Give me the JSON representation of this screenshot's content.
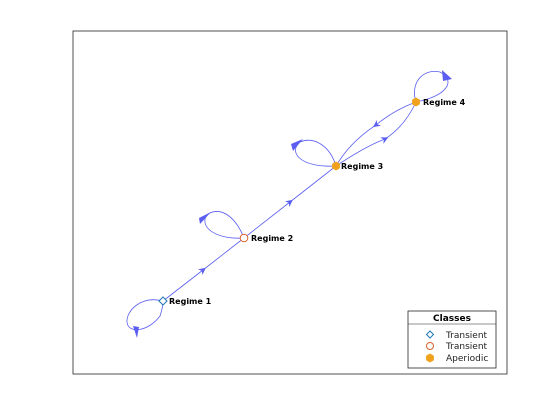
{
  "colors": {
    "edge": "#5b5ef0",
    "transient_1": "#1f77b4",
    "transient_2": "#d9622b",
    "aperiodic": "#f0a21c"
  },
  "nodes": [
    {
      "id": "r1",
      "label": "Regime 1",
      "class": "Transient",
      "color": "#1f77b4",
      "filled": false
    },
    {
      "id": "r2",
      "label": "Regime 2",
      "class": "Transient",
      "color": "#d9622b",
      "filled": false
    },
    {
      "id": "r3",
      "label": "Regime 3",
      "class": "Aperiodic",
      "color": "#f0a21c",
      "filled": true
    },
    {
      "id": "r4",
      "label": "Regime 4",
      "class": "Aperiodic",
      "color": "#f0a21c",
      "filled": true
    }
  ],
  "edges": [
    {
      "from": "r1",
      "to": "r1"
    },
    {
      "from": "r1",
      "to": "r2"
    },
    {
      "from": "r2",
      "to": "r2"
    },
    {
      "from": "r2",
      "to": "r3"
    },
    {
      "from": "r3",
      "to": "r3"
    },
    {
      "from": "r3",
      "to": "r4"
    },
    {
      "from": "r4",
      "to": "r3"
    },
    {
      "from": "r4",
      "to": "r4"
    }
  ],
  "legend": {
    "title": "Classes",
    "items": [
      {
        "label": "Transient",
        "color": "#1f77b4",
        "marker": "diamond-open"
      },
      {
        "label": "Transient",
        "color": "#d9622b",
        "marker": "circle-open"
      },
      {
        "label": "Aperiodic",
        "color": "#f0a21c",
        "marker": "hexagon-filled"
      }
    ]
  }
}
